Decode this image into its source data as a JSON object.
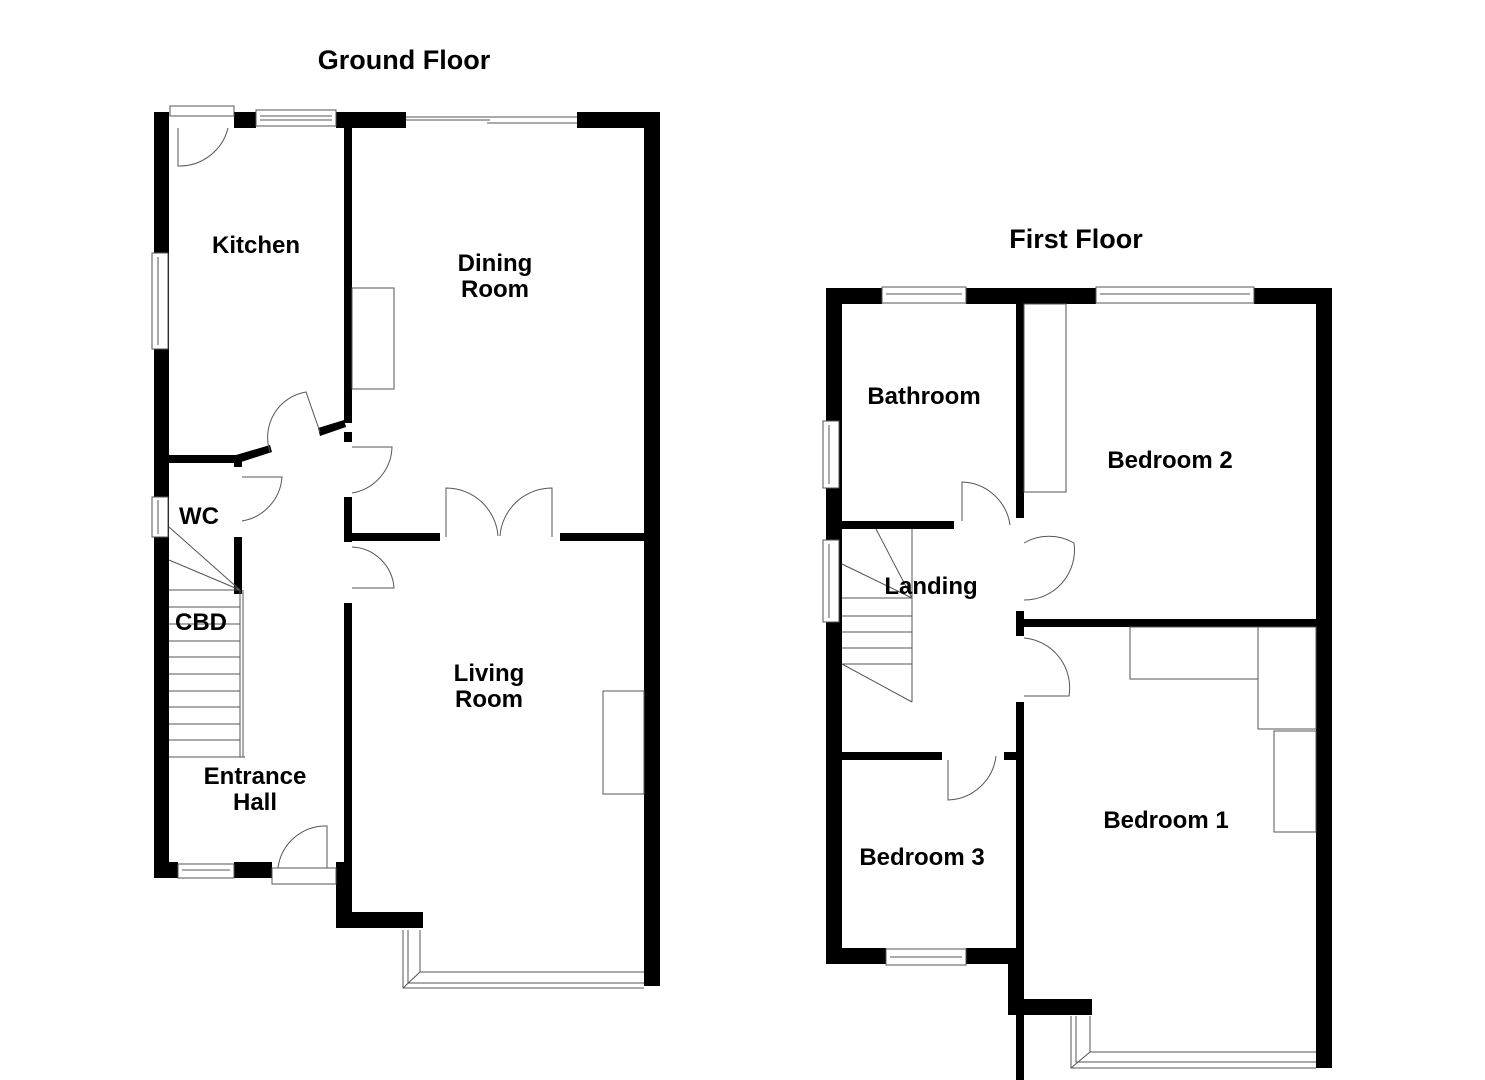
{
  "ground_floor": {
    "title": "Ground Floor",
    "rooms": {
      "kitchen": "Kitchen",
      "dining_line1": "Dining",
      "dining_line2": "Room",
      "wc": "WC",
      "cbd": "CBD",
      "living_line1": "Living",
      "living_line2": "Room",
      "entrance_line1": "Entrance",
      "entrance_line2": "Hall"
    }
  },
  "first_floor": {
    "title": "First Floor",
    "rooms": {
      "bathroom": "Bathroom",
      "bedroom2": "Bedroom 2",
      "landing": "Landing",
      "bedroom1": "Bedroom 1",
      "bedroom3": "Bedroom 3"
    }
  },
  "colors": {
    "wall": "#000000",
    "fixture": "#555555",
    "background": "#ffffff"
  }
}
